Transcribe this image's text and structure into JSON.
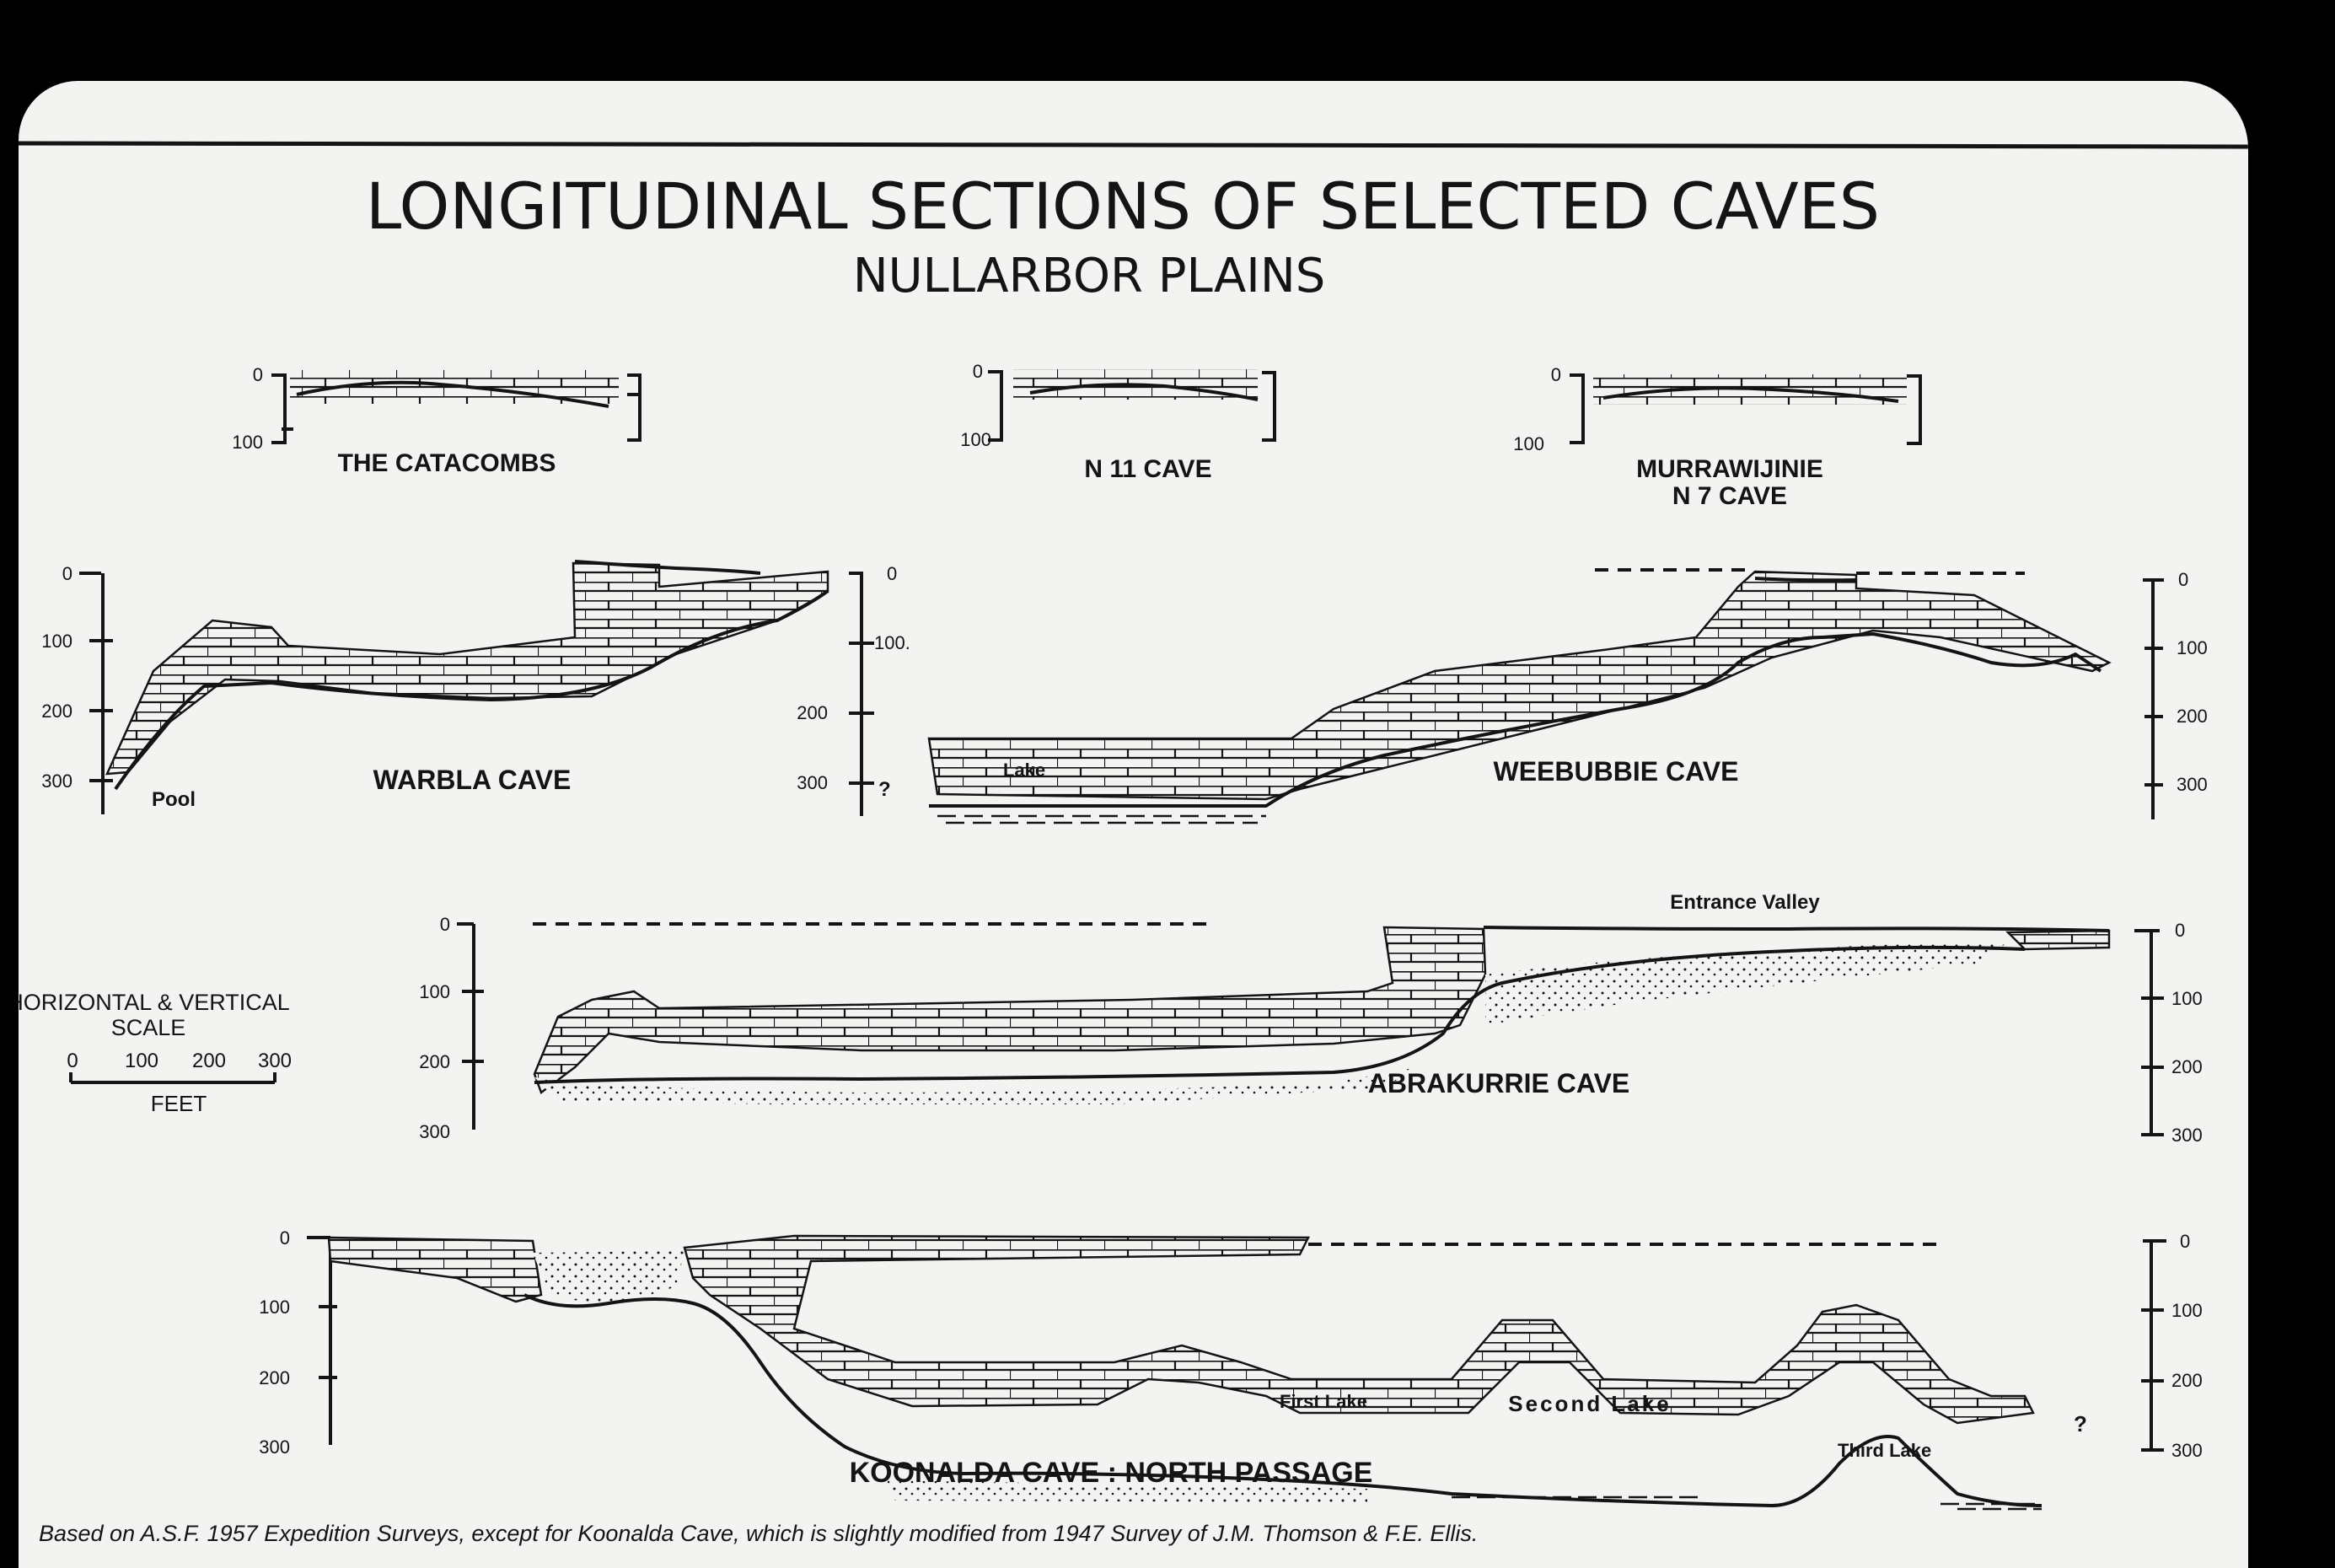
{
  "title": "LONGITUDINAL SECTIONS OF SELECTED CAVES",
  "subtitle": "NULLARBOR PLAINS",
  "scale_legend": {
    "title_line1": "HORIZONTAL & VERTICAL",
    "title_line2": "SCALE",
    "ticks": [
      "0",
      "100",
      "200",
      "300"
    ],
    "unit": "FEET"
  },
  "caves": [
    {
      "id": "catacombs",
      "name": "THE CATACOMBS"
    },
    {
      "id": "n11",
      "name": "N 11 CAVE"
    },
    {
      "id": "murrawijinie",
      "name_line1": "MURRAWIJINIE",
      "name_line2": "N 7 CAVE"
    },
    {
      "id": "warbla",
      "name": "WARBLA CAVE",
      "annotations": [
        "Pool"
      ]
    },
    {
      "id": "weebubbie",
      "name": "WEEBUBBIE CAVE",
      "annotations": [
        "Lake",
        "?"
      ]
    },
    {
      "id": "abrakurrie",
      "name": "ABRAKURRIE CAVE",
      "annotations": [
        "Entrance Valley"
      ]
    },
    {
      "id": "koonalda",
      "name": "KOONALDA CAVE : NORTH PASSAGE",
      "annotations": [
        "First Lake",
        "Second Lake",
        "Third Lake",
        "?"
      ]
    }
  ],
  "depth_ticks": {
    "small": [
      "0",
      "100"
    ],
    "full": [
      "0",
      "100",
      "200",
      "300"
    ],
    "weebubbie_left_top": "0",
    "weebubbie_left_mid": "100."
  },
  "footer": "Based on A.S.F. 1957 Expedition Surveys, except for Koonalda Cave, which is slightly modified from 1947 Survey of J.M. Thomson & F.E. Ellis.",
  "colors": {
    "background": "#000000",
    "paper": "#f3f3f1",
    "ink": "#141414"
  }
}
